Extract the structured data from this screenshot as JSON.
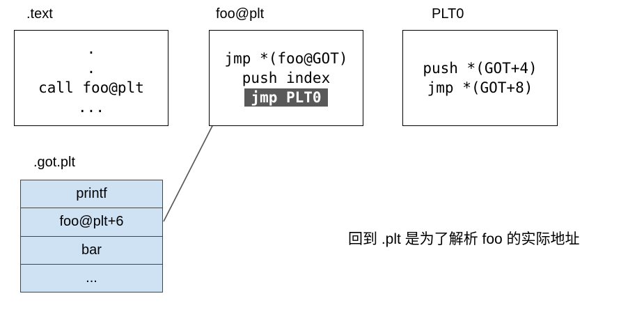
{
  "sections": {
    "text": {
      "label": ".text",
      "lines": [
        ".",
        ".",
        "call foo@plt",
        "..."
      ]
    },
    "foo_plt": {
      "label": "foo@plt",
      "lines": [
        "jmp *(foo@GOT)",
        "push index",
        "jmp PLT0"
      ],
      "highlighted_line": "jmp PLT0"
    },
    "plt0": {
      "label": "PLT0",
      "lines": [
        "push *(GOT+4)",
        "jmp *(GOT+8)"
      ]
    },
    "got_plt": {
      "label": ".got.plt",
      "rows": [
        "printf",
        "foo@plt+6",
        "bar",
        "..."
      ]
    }
  },
  "annotation": {
    "text": "回到 .plt 是为了解析 foo 的实际地址"
  },
  "arrow": {
    "description": "from foo@plt+6 GOT entry up to push index instruction in foo@plt stub"
  },
  "colors": {
    "table_fill": "#cfe2f3",
    "table_border": "#444444",
    "box_border": "#000000",
    "highlight_bg": "#595959",
    "highlight_text": "#ffffff",
    "arrow": "#595959"
  }
}
